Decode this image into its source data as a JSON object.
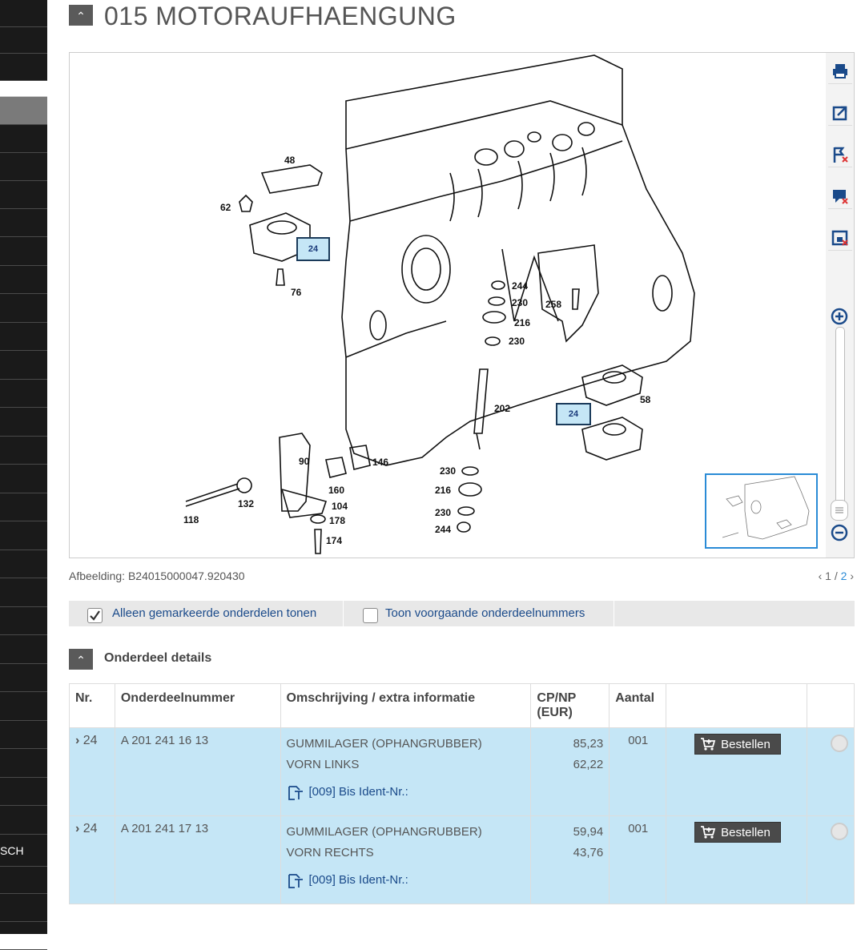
{
  "sidebar": {
    "partial_label": "SCH"
  },
  "page_title": "015 MOTORAUFHAENGUNG",
  "viewer": {
    "callouts": [
      "48",
      "62",
      "24",
      "76",
      "244",
      "230",
      "258",
      "216",
      "230",
      "202",
      "58",
      "24",
      "90",
      "146",
      "160",
      "104",
      "178",
      "174",
      "132",
      "118",
      "230",
      "216",
      "230",
      "244"
    ],
    "tools": [
      {
        "icon": "print-icon"
      },
      {
        "icon": "open-external-icon"
      },
      {
        "icon": "clear-flags-icon"
      },
      {
        "icon": "clear-comments-icon"
      },
      {
        "icon": "clear-selection-icon"
      }
    ]
  },
  "image_caption": "Afbeelding: B24015000047.920430",
  "pager": {
    "current": "1",
    "separator": "/",
    "total": "2"
  },
  "filters": {
    "only_marked": {
      "label": "Alleen gemarkeerde onderdelen tonen",
      "checked": true
    },
    "show_previous": {
      "label": "Toon voorgaande onderdeelnummers",
      "checked": false
    }
  },
  "details": {
    "title": "Onderdeel details",
    "columns": {
      "nr": "Nr.",
      "part_number": "Onderdeelnummer",
      "description": "Omschrijving / extra informatie",
      "price_line1": "CP/NP",
      "price_line2": "(EUR)",
      "qty": "Aantal"
    },
    "rows": [
      {
        "nr": "24",
        "part_number": "A 201 241 16 13",
        "desc1": "GUMMILAGER (OPHANGRUBBER)",
        "desc2": "VORN LINKS",
        "ident": "[009] Bis Ident-Nr.:",
        "cp": "85,23",
        "np": "62,22",
        "qty": "001",
        "order_label": "Bestellen"
      },
      {
        "nr": "24",
        "part_number": "A 201 241 17 13",
        "desc1": "GUMMILAGER (OPHANGRUBBER)",
        "desc2": "VORN RECHTS",
        "ident": "[009] Bis Ident-Nr.:",
        "cp": "59,94",
        "np": "43,76",
        "qty": "001",
        "order_label": "Bestellen"
      }
    ]
  }
}
